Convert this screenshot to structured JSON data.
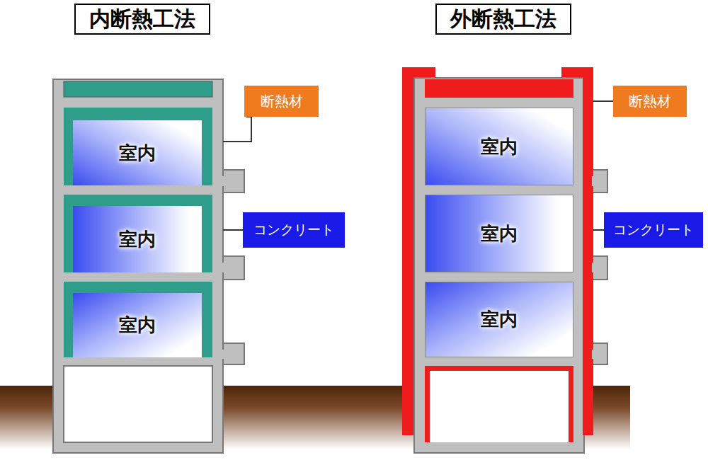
{
  "diagram": {
    "nodes": [
      {
        "text": [
          "内断熱工法"
        ]
      },
      {
        "text": [
          "外断熱工法"
        ]
      },
      {
        "text": [
          "断熱材"
        ]
      },
      {
        "text": [
          "室内"
        ]
      },
      {
        "text": [
          "コンクリート"
        ]
      },
      {
        "text": [
          "室内"
        ]
      },
      {
        "text": [
          "室内"
        ]
      },
      {
        "text": [
          "断熱材"
        ]
      },
      {
        "text": [
          "室内"
        ]
      },
      {
        "text": [
          "コンクリート"
        ]
      },
      {
        "text": [
          "室内"
        ]
      },
      {
        "text": [
          "室内"
        ]
      }
    ]
  }
}
